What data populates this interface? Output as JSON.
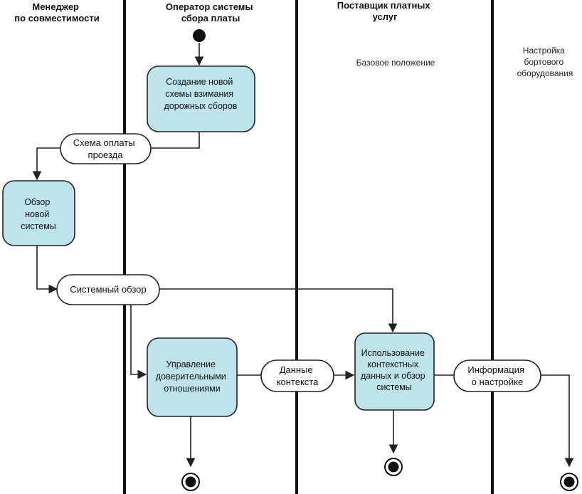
{
  "lanes": {
    "compat_manager": [
      "Менеджер",
      "по совместимости"
    ],
    "toll_operator": [
      "Оператор системы",
      "сбора платы"
    ],
    "paid_service_provider": [
      "Поставщик платных",
      "услуг"
    ]
  },
  "notes": {
    "base_position": [
      "Базовое положение"
    ],
    "onboard_setup": [
      "Настройка",
      "бортового",
      "оборудования"
    ]
  },
  "actions": {
    "create_scheme": [
      "Создание новой",
      "схемы взимания",
      "дорожных сборов"
    ],
    "review_system": [
      "Обзор",
      "новой",
      "системы"
    ],
    "trust_management": [
      "Управление",
      "доверительными",
      "отношениями"
    ],
    "use_context": [
      "Использование",
      "контекстных",
      "данных и обзор",
      "системы"
    ]
  },
  "objects": {
    "payment_scheme": [
      "Схема оплаты",
      "проезда"
    ],
    "system_overview": [
      "Системный обзор"
    ],
    "context_data": [
      "Данные",
      "контекста"
    ],
    "setup_info": [
      "Информация",
      "о настройке"
    ]
  },
  "colors": {
    "action_fill": "#bfe3ea",
    "line": "#222222"
  }
}
